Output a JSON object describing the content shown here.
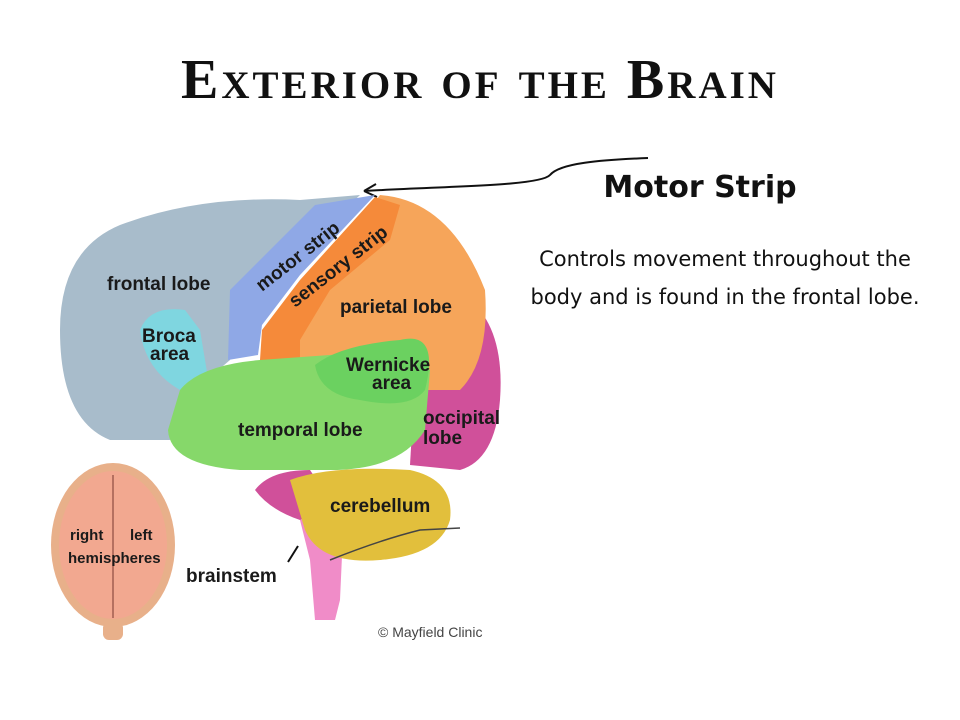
{
  "slide": {
    "title": "Exterior of the Brain",
    "heading": "Motor Strip",
    "description": "Controls movement throughout the body and is found in the frontal lobe."
  },
  "diagram": {
    "labels": {
      "frontal": "frontal lobe",
      "broca1": "Broca",
      "broca2": "area",
      "motor": "motor strip",
      "sensory": "sensory strip",
      "parietal": "parietal lobe",
      "wernicke1": "Wernicke",
      "wernicke2": "area",
      "temporal": "temporal lobe",
      "occipital1": "occipital",
      "occipital2": "lobe",
      "cerebellum": "cerebellum",
      "brainstem": "brainstem",
      "right": "right",
      "left": "left",
      "hemispheres": "hemispheres",
      "credit": "© Mayfield Clinic"
    },
    "colors": {
      "frontal": "#a8bccb",
      "motor": "#8fa8e6",
      "sensory": "#f58a3a",
      "parietal": "#f6a55a",
      "temporal": "#86d86a",
      "wernicke": "#6bd160",
      "occipital": "#d0509a",
      "cerebellum": "#e2bf3c",
      "brainstem": "#f08cc8",
      "broca": "#7fd6e0",
      "head": "#e8b08a"
    }
  }
}
